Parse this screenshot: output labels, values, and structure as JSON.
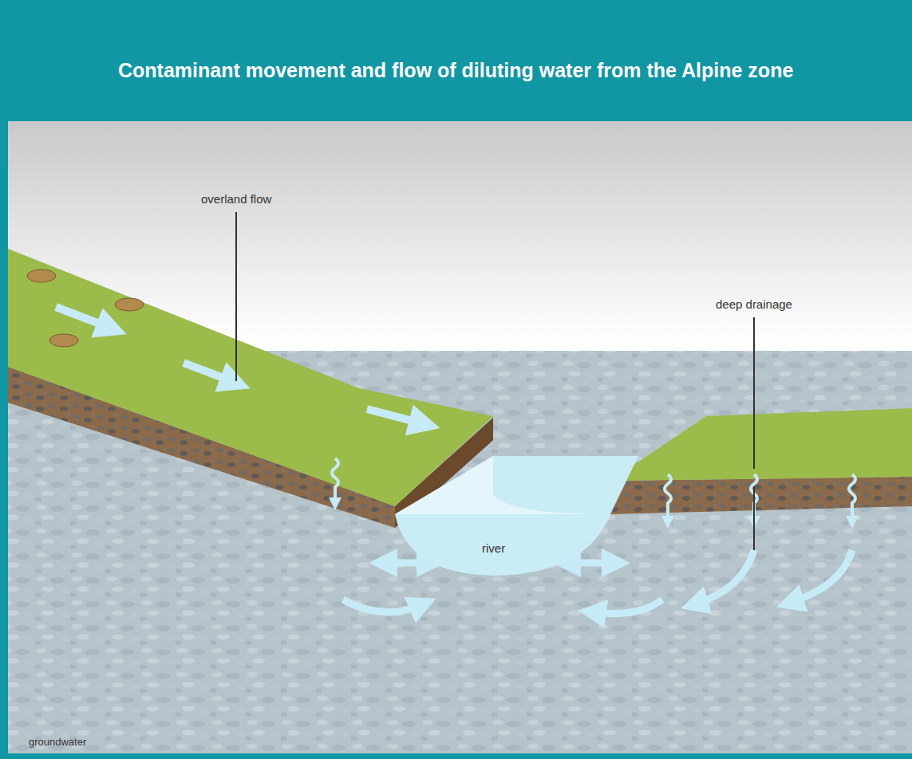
{
  "diagram": {
    "title": "Contaminant movement and flow of diluting water from the Alpine zone",
    "nodes": [
      {
        "text": [
          "river"
        ]
      }
    ],
    "labels": [
      "overland flow",
      "deep drainage",
      "groundwater"
    ]
  }
}
